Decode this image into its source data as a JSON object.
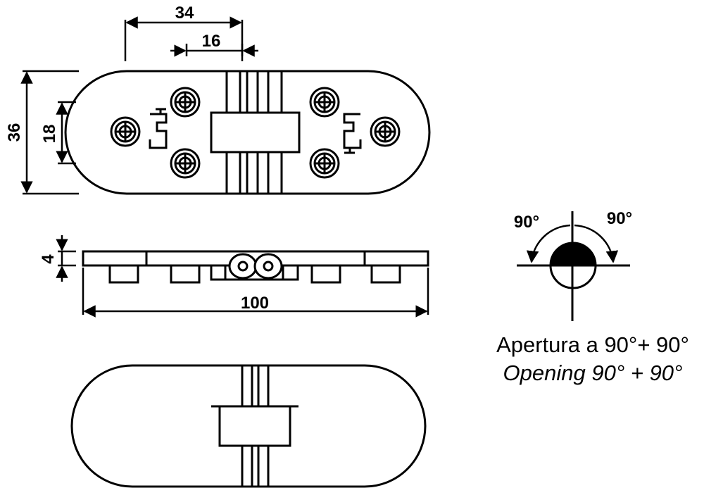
{
  "dimensions": {
    "width_34": "34",
    "width_16": "16",
    "height_36": "36",
    "height_18": "18",
    "thickness_4": "4",
    "length_100": "100"
  },
  "angles": {
    "left": "90°",
    "right": "90°"
  },
  "caption": {
    "italian": "Apertura a 90°+ 90°",
    "english": "Opening 90° + 90°"
  },
  "colors": {
    "line": "#000000",
    "background": "#ffffff"
  }
}
